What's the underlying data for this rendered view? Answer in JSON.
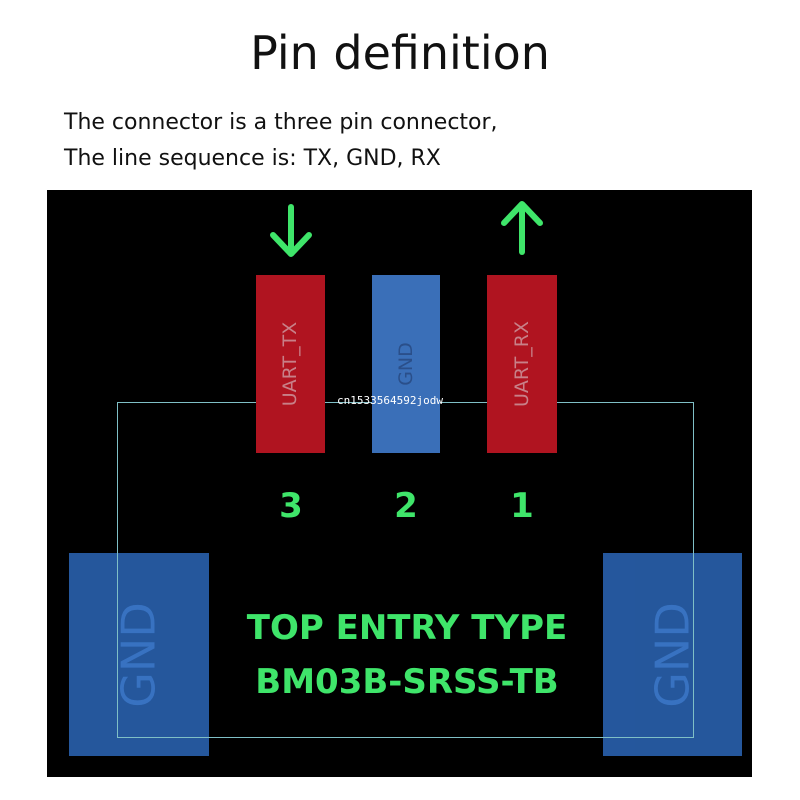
{
  "title": "Pin definition",
  "description": {
    "line1": "The connector is a three pin connector,",
    "line2": "The line sequence is: TX, GND, RX"
  },
  "pins": [
    {
      "label": "UART_TX",
      "number": "3",
      "color": "#b01420",
      "arrow": "down"
    },
    {
      "label": "GND",
      "number": "2",
      "color": "#3a6fb8"
    },
    {
      "label": "UART_RX",
      "number": "1",
      "color": "#b01420",
      "arrow": "up"
    }
  ],
  "side_pads": {
    "left_label": "GND",
    "right_label": "GND"
  },
  "connector": {
    "type_line": "TOP ENTRY TYPE",
    "part_number": "BM03B-SRSS-TB"
  },
  "watermark": "cn1533564592jodw",
  "colors": {
    "board_background": "#000000",
    "accent_green": "#3fe56a",
    "outline": "#7fbfc6"
  }
}
